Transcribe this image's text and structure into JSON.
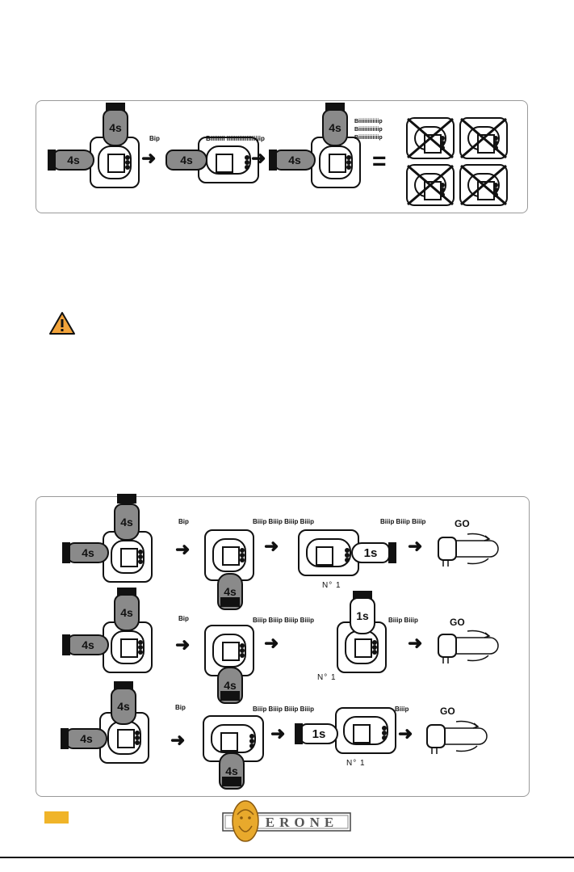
{
  "colors": {
    "warning": "#f2a33a",
    "page_strip": "#f0b429",
    "hand": "#8a8a8a"
  },
  "icons": {
    "warning": "warning-triangle-icon",
    "arrow": "arrow-right-icon"
  },
  "top_panel": {
    "hold_time": "4s",
    "beep_short": "Bip",
    "beep_long": "Biiiiiiii iiiiiiiiiiiiiiiiiiip",
    "beep_triple": [
      "Biiiiiiiiiiiiip",
      "Biiiiiiiiiiiiip",
      "Biiiiiiiiiiiiip"
    ],
    "equals": "="
  },
  "bottom_panel": {
    "hold_time": "4s",
    "press_time": "1s",
    "go": "GO",
    "channel": "N° 1",
    "rows": [
      {
        "beep1": "Bip",
        "beep2": "Biiip Biiip Biiip Biiip",
        "beep3": "Biiip   Biiip   Biiip"
      },
      {
        "beep1": "Bip",
        "beep2": "Biiip Biiip Biiip Biiip",
        "beep3": "Biiip   Biiip"
      },
      {
        "beep1": "Bip",
        "beep2": "Biiip Biiip Biiip Biiip",
        "beep3": "Biiip"
      }
    ]
  },
  "logo": {
    "text": "ERONE"
  }
}
